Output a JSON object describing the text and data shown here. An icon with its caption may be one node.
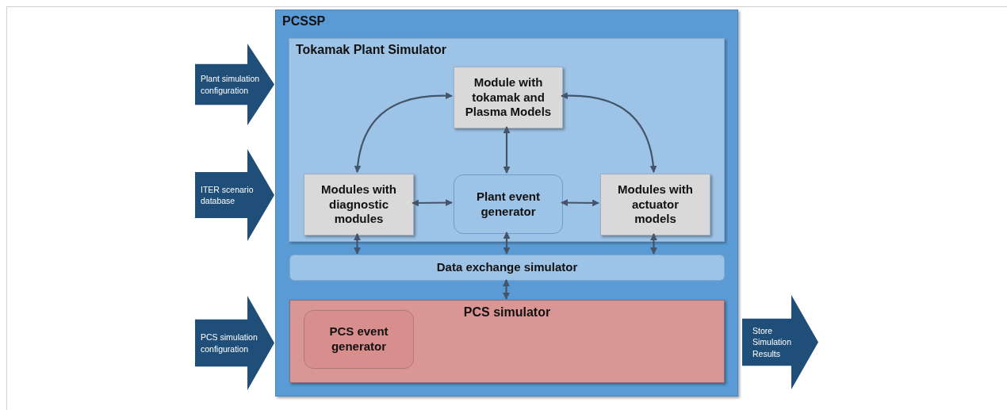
{
  "diagram": {
    "nodes": [
      {
        "text": [
          "PCSSP"
        ]
      },
      {
        "text": [
          "Tokamak Plant Simulator"
        ],
        "in": 0
      },
      {
        "text": [
          "Module with tokamak and Plasma Models"
        ],
        "in": 1
      },
      {
        "text": [
          "Modules with diagnostic modules"
        ],
        "in": 1
      },
      {
        "text": [
          "Plant event generator"
        ],
        "in": 1
      },
      {
        "text": [
          "Modules with actuator models"
        ],
        "in": 1
      },
      {
        "text": [
          "Data exchange simulator"
        ],
        "in": 0
      },
      {
        "text": [
          "PCS simulator"
        ],
        "in": 0
      },
      {
        "text": [
          "PCS event generator"
        ],
        "in": 7
      },
      {
        "text": [
          "Plant simulation configuration"
        ]
      },
      {
        "text": [
          "ITER scenario database"
        ]
      },
      {
        "text": [
          "PCS simulation configuration"
        ]
      },
      {
        "text": [
          "Store Simulation Results"
        ]
      }
    ],
    "edges": [
      {
        "from": 2,
        "to": 3,
        "arrow": "both"
      },
      {
        "from": 2,
        "to": 5,
        "arrow": "both"
      },
      {
        "from": 2,
        "to": 4,
        "arrow": "both"
      },
      {
        "from": 3,
        "to": 4,
        "arrow": "both"
      },
      {
        "from": 4,
        "to": 5,
        "arrow": "both"
      },
      {
        "from": 3,
        "to": 6,
        "arrow": "both"
      },
      {
        "from": 4,
        "to": 6,
        "arrow": "both"
      },
      {
        "from": 5,
        "to": 6,
        "arrow": "both"
      },
      {
        "from": 6,
        "to": 7,
        "arrow": "both"
      }
    ]
  }
}
